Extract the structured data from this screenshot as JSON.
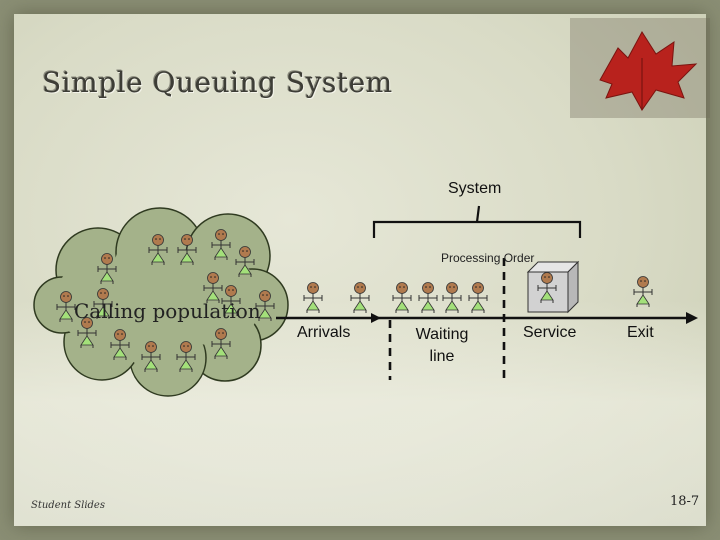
{
  "slide": {
    "title": "Simple Queuing System",
    "footer_left": "Student Slides",
    "footer_right": "18-7"
  },
  "diagram": {
    "system_label": "System",
    "processing_order_label": "Processing Order",
    "calling_population_label": "Calling population",
    "arrivals_label": "Arrivals",
    "waiting_line_label": "Waiting line",
    "service_label": "Service",
    "exit_label": "Exit"
  },
  "colors": {
    "cloud_fill": "#a4b28a",
    "head_fill": "#b07a4e",
    "body_fill": "#a3e07a",
    "box_fill": "#d2d2d2"
  }
}
